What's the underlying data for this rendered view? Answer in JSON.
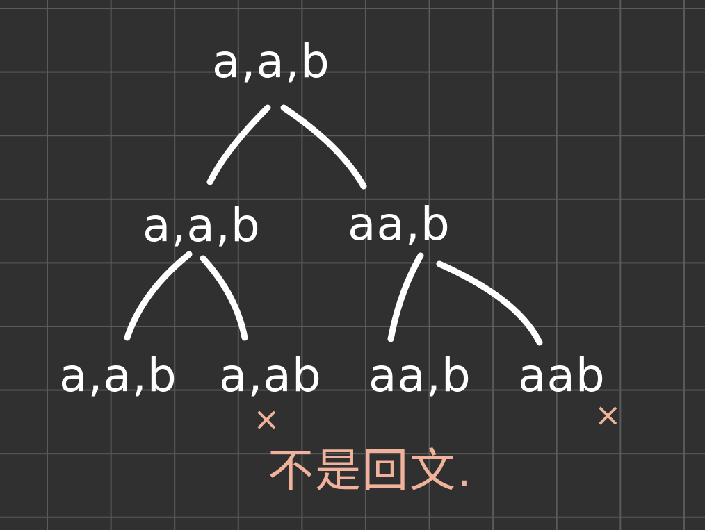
{
  "tree": {
    "root": "a,a,b",
    "level1": [
      "a,a,b",
      "aa,b"
    ],
    "level2": [
      "a,a,b",
      "a,ab",
      "aa,b",
      "aab"
    ]
  },
  "marks": {
    "x_left": "×",
    "x_right": "×",
    "note": "不是回文."
  },
  "colors": {
    "background": "#303030",
    "grid": "#5a5a5a",
    "ink": "#ffffff",
    "accent": "#f0b29c"
  }
}
